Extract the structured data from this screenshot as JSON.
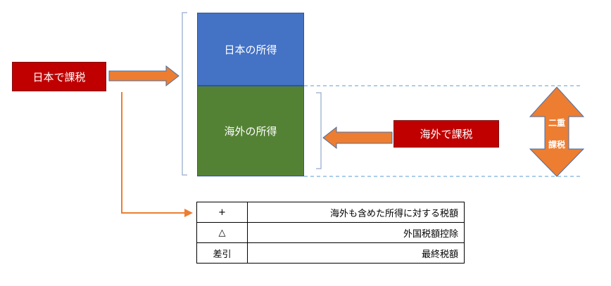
{
  "labels": {
    "japan_tax": "日本で課税",
    "foreign_tax": "海外で課税"
  },
  "blocks": {
    "japan_income": "日本の所得",
    "foreign_income": "海外の所得"
  },
  "double_taxation": {
    "line1": "二重",
    "line2": "課税"
  },
  "table": {
    "rows": [
      {
        "symbol": "+",
        "text": "海外も含めた所得に対する税額"
      },
      {
        "symbol": "△",
        "text": "外国税額控除"
      },
      {
        "symbol": "差引",
        "text": "最終税額"
      }
    ]
  },
  "colors": {
    "red_label": "#c00000",
    "blue_block": "#4472c4",
    "green_block": "#548235",
    "orange_arrow": "#ed7d31",
    "dash_line": "#5b9bd5",
    "bracket": "#a6b8d6"
  }
}
